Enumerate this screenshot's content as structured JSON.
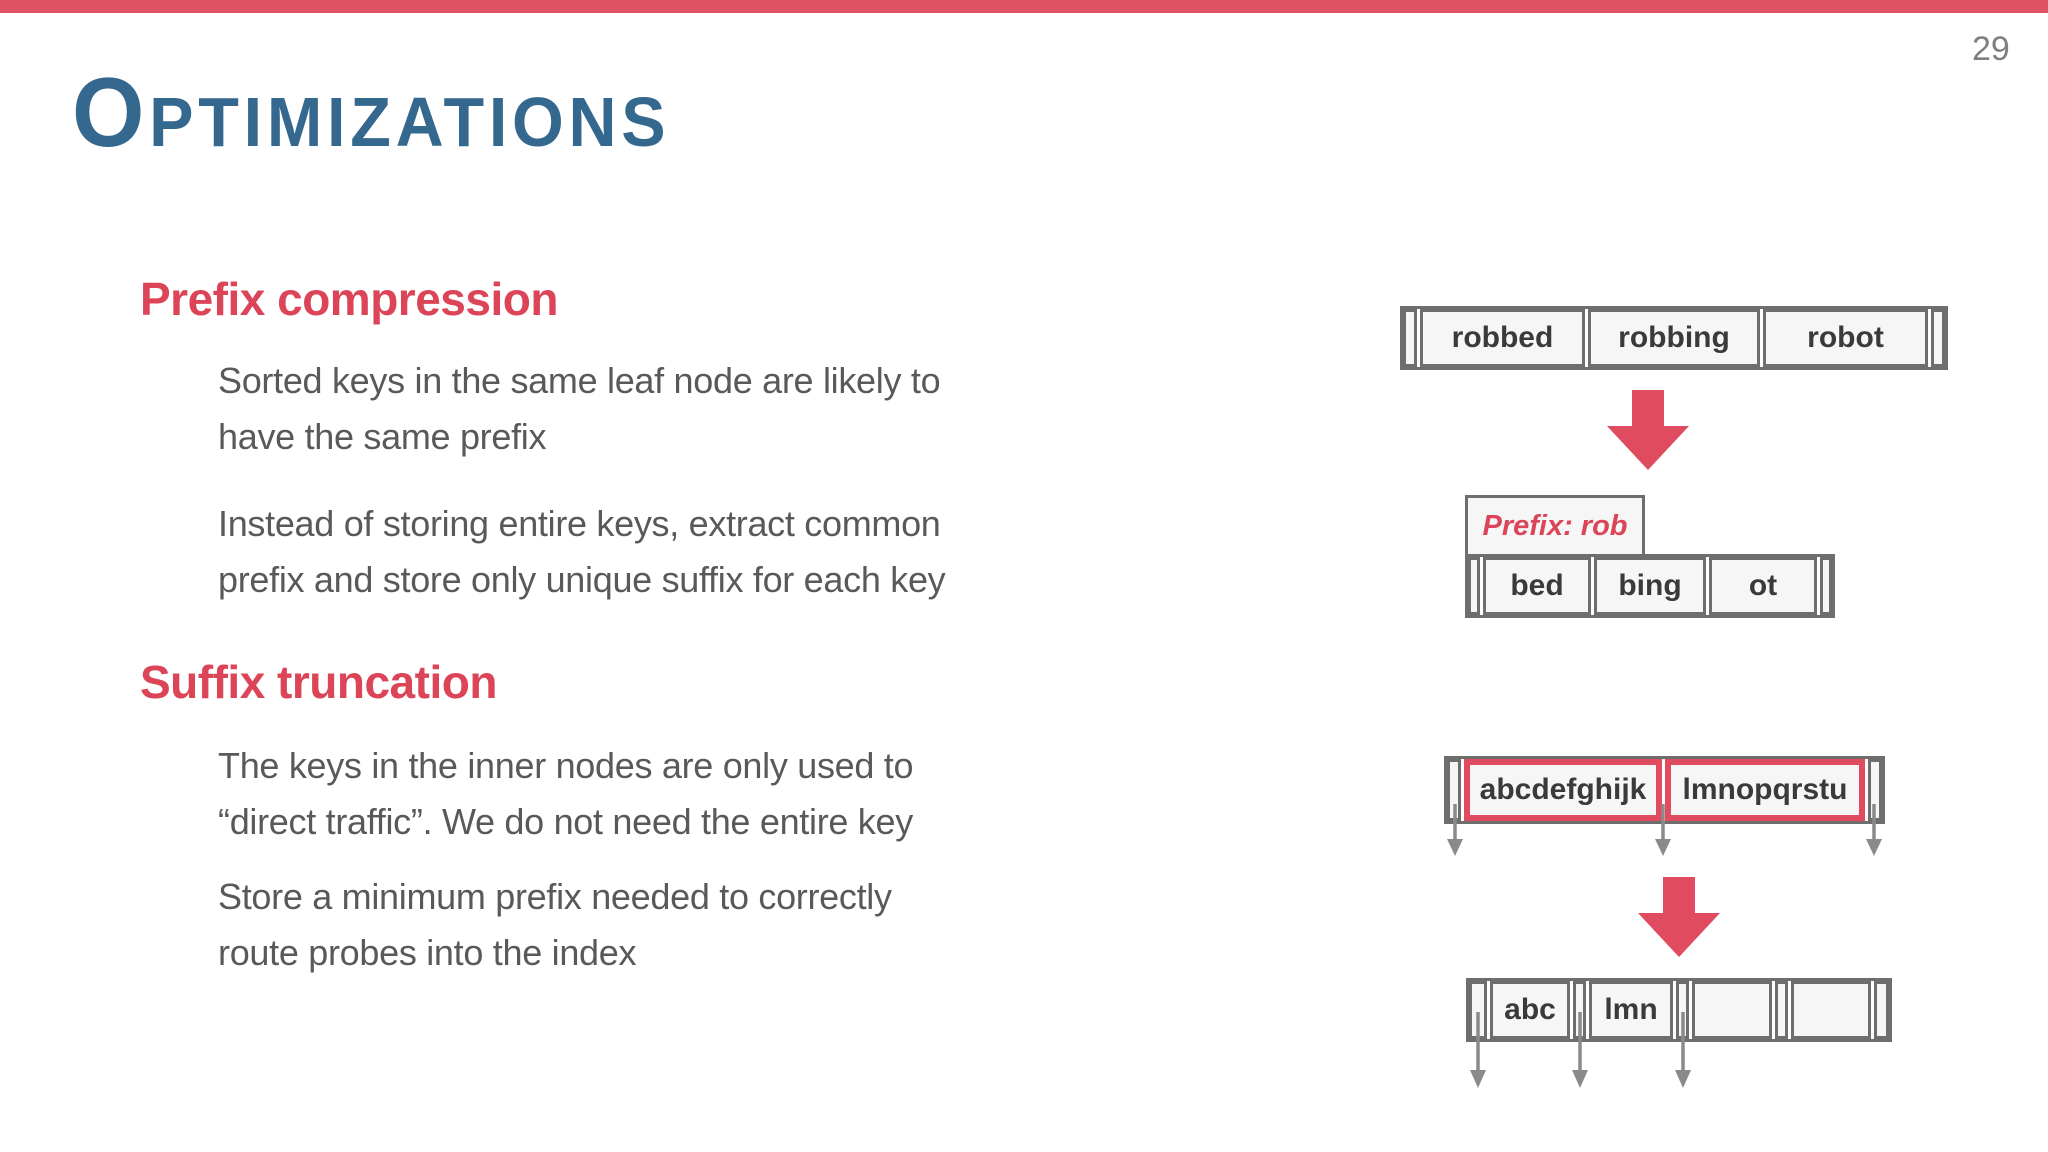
{
  "page_number": "29",
  "title": "Optimizations",
  "colors": {
    "top_bar_red": "#DF5263",
    "accent_red": "#DC4458",
    "arrow_red": "#E04B60",
    "title_blue": "#35688E",
    "body_gray": "#58595B",
    "page_number_gray": "#7F7F7F",
    "node_border_gray": "#6E6E6E",
    "node_fill": "#F6F6F6",
    "cell_text_gray": "#3A3A3A",
    "pointer_arrow_gray": "#8A8A8A"
  },
  "sections": [
    {
      "heading": "Prefix compression",
      "paragraphs": [
        {
          "lines": [
            "Sorted keys in the same leaf node are likely to",
            "have the same prefix"
          ]
        },
        {
          "lines": [
            "Instead of storing entire keys, extract common",
            "prefix and store only unique suffix for each key"
          ]
        }
      ]
    },
    {
      "heading": "Suffix truncation",
      "paragraphs": [
        {
          "lines": [
            "The keys in the inner nodes are only used to",
            "“direct traffic”. We do not need the entire key"
          ]
        },
        {
          "lines": [
            "Store a minimum prefix needed to correctly",
            "route probes into the index"
          ]
        }
      ]
    }
  ],
  "prefix_compression_diagram": {
    "full_keys": [
      "robbed",
      "robbing",
      "robot"
    ],
    "prefix_label": "Prefix: rob",
    "suffix_keys": [
      "bed",
      "bing",
      "ot"
    ]
  },
  "suffix_truncation_diagram": {
    "inner_node_keys": [
      "abcdefghijk",
      "lmnopqrstu"
    ],
    "truncated_keys": [
      "abc",
      "lmn"
    ]
  },
  "icons": {
    "red_arrow": "down-block-arrow",
    "gray_arrow": "pointer-down-arrow"
  }
}
